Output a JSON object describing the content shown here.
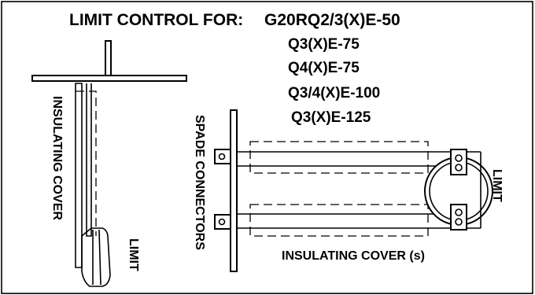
{
  "title": "LIMIT CONTROL FOR:",
  "models": [
    "G20RQ2/3(X)E-50",
    "Q3(X)E-75",
    "Q4(X)E-75",
    "Q3/4(X)E-100",
    "Q3(X)E-125"
  ],
  "labels": {
    "insulating_cover_side": "INSULATING COVER",
    "limit_side": "LIMIT",
    "spade_connectors": "SPADE CONNECTORS",
    "insulating_covers_top": "INSULATING COVER (s)",
    "limit_top": "LIMIT"
  },
  "colors": {
    "line": "#000000",
    "background": "#ffffff"
  }
}
